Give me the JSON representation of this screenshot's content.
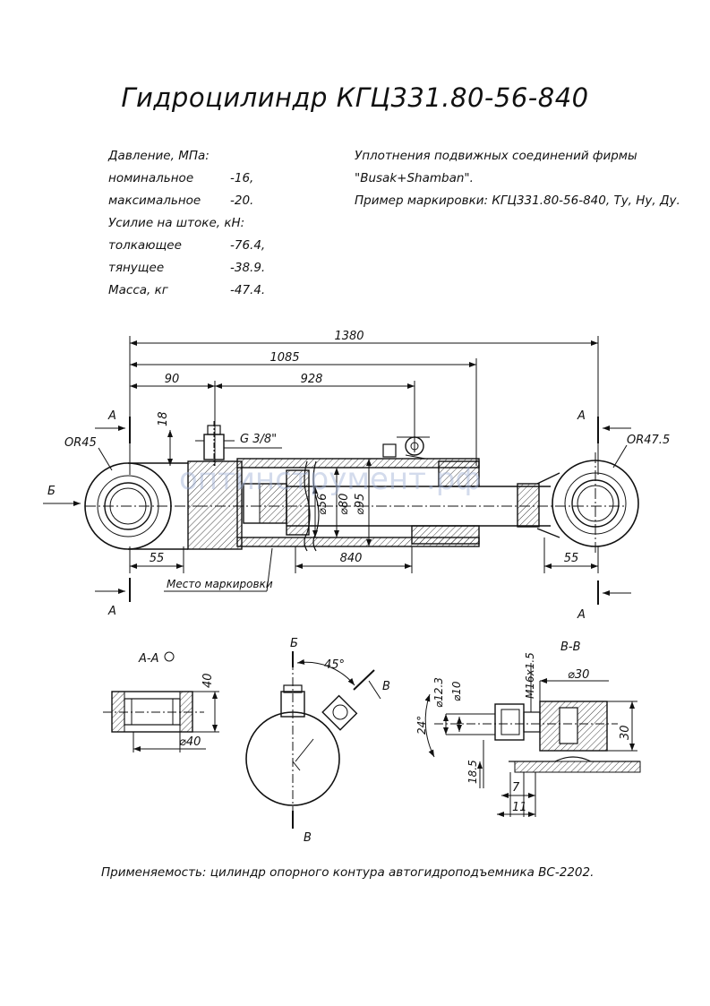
{
  "title": "Гидроцилиндр КГЦ331.80-56-840",
  "specs_left": [
    {
      "label": "Давление, МПа:",
      "value": ""
    },
    {
      "label": "номинальное",
      "value": "-16,"
    },
    {
      "label": "максимальное",
      "value": "-20."
    },
    {
      "label": "Усилие на штоке, кН:",
      "value": ""
    },
    {
      "label": "толкающее",
      "value": "-76.4,"
    },
    {
      "label": "тянущее",
      "value": "-38.9."
    },
    {
      "label": "Масса, кг",
      "value": "-47.4."
    }
  ],
  "specs_right": [
    "Уплотнения подвижных соединений фирмы",
    "\"Busak+Shamban\".",
    "Пример маркировки: КГЦ331.80-56-840, Ту, Ну, Ду."
  ],
  "drawing": {
    "dim_total": "1380",
    "dim_1085": "1085",
    "dim_90": "90",
    "dim_928": "928",
    "dim_18": "18",
    "thread_g": "G 3/8\"",
    "radius_left": "OR45",
    "radius_right": "OR47.5",
    "dia_56": "⌀56",
    "dia_80": "⌀80",
    "dia_95": "⌀95",
    "dim_55_left": "55",
    "dim_840": "840",
    "dim_55_right": "55",
    "marking_label": "Место маркировки",
    "section_a": "А",
    "section_b": "Б",
    "section_v": "В",
    "watermark": "оптинструмент.рф"
  },
  "view_aa": {
    "title": "А-А",
    "dim_40_v": "40",
    "dim_40_d": "⌀40"
  },
  "view_b": {
    "title": "Б",
    "angle": "45°",
    "label_v": "В"
  },
  "view_vv": {
    "title": "В-В",
    "m16": "M16x1.5",
    "d30": "⌀30",
    "d12_3": "⌀12.3",
    "d10": "⌀10",
    "angle24": "24°",
    "dim30": "30",
    "dim18_5": "18.5",
    "dim7": "7",
    "dim11": "11"
  },
  "footer": "Применяемость: цилиндр опорного контура автогидроподъемника ВС-2202."
}
